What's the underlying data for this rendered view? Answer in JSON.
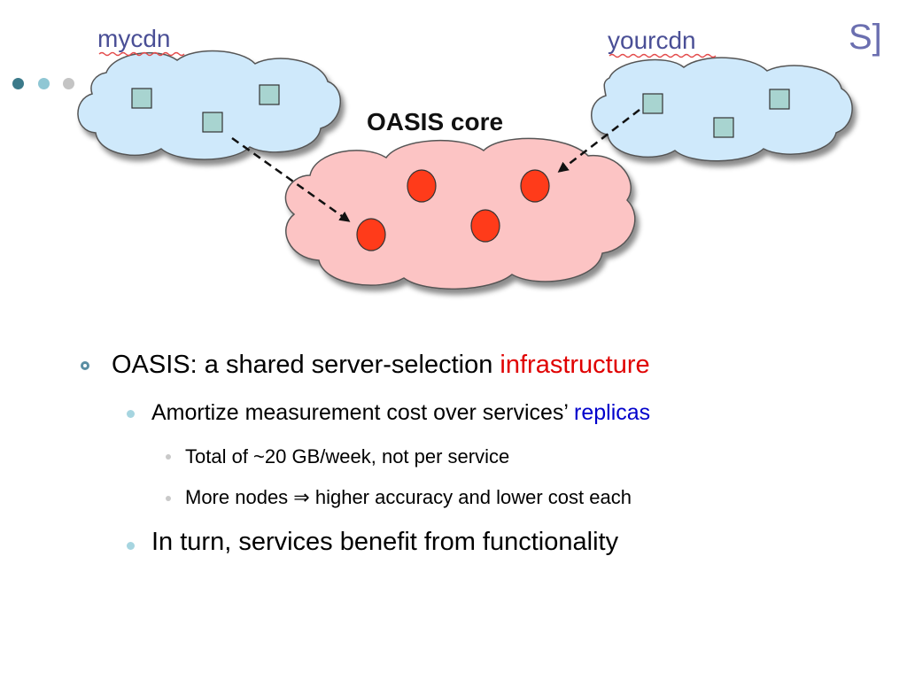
{
  "title_fragment": "S]",
  "nav_dot_colors": [
    "#3b7a8a",
    "#8fc7d4",
    "#c4c4c4"
  ],
  "diagram": {
    "left_cloud_label": "mycdn",
    "right_cloud_label": "yourcdn",
    "core_label": "OASIS core",
    "colors": {
      "blue_cloud_fill": "#cfe9fb",
      "core_cloud_fill": "#fcc4c4",
      "replica_fill": "#a8d4d0",
      "core_node_fill": "#ff3b1a",
      "spellcheck_underline": "#e34a4a"
    }
  },
  "bullets": {
    "b1": {
      "text": "OASIS:  a shared server-selection ",
      "emph": "infrastructure"
    },
    "b1a": {
      "text": "Amortize measurement cost over services’ ",
      "emph": "replicas"
    },
    "b1a1": {
      "text": "Total of ~20 GB/week, not per service"
    },
    "b1a2": {
      "text_before": "More nodes ",
      "symbol": "⇒",
      "text_after": " higher accuracy and lower cost each"
    },
    "b1b": {
      "text": "In turn, services benefit from functionality"
    }
  }
}
